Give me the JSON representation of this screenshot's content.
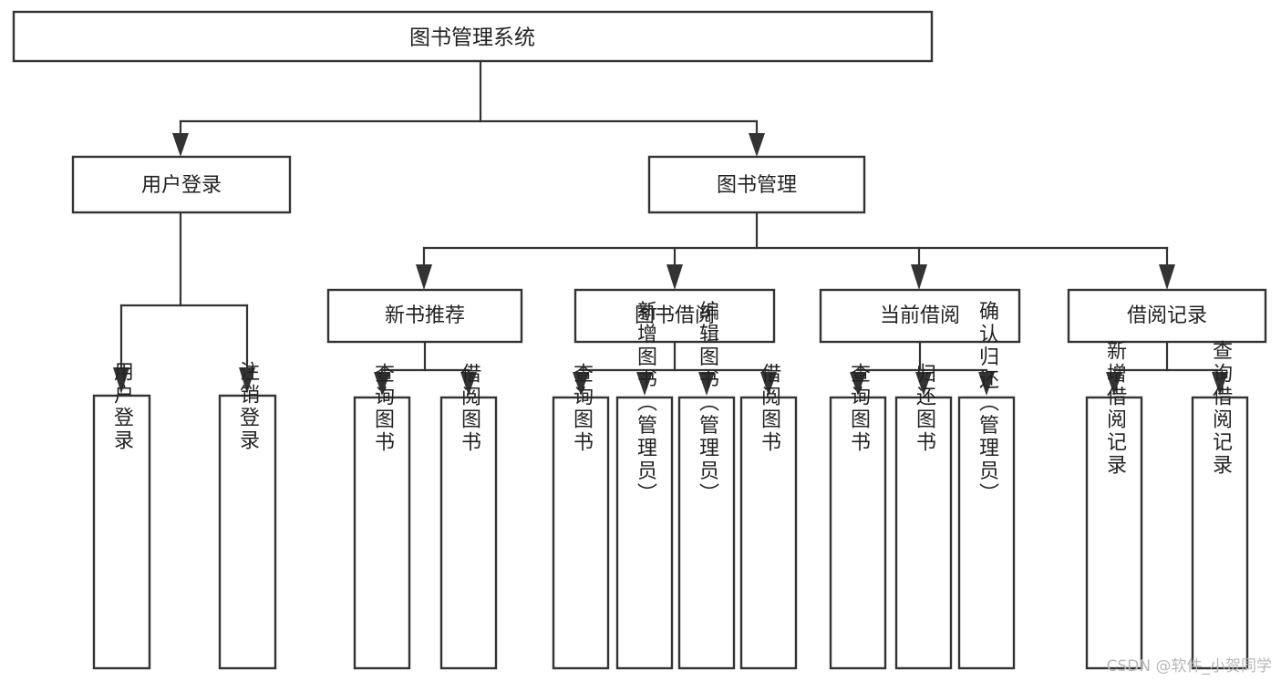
{
  "diagram": {
    "type": "tree-hierarchy-chart",
    "title": "图书管理系统",
    "colors": {
      "box_stroke": "#333333",
      "box_fill": "#ffffff",
      "connector": "#333333",
      "text": "#222222",
      "watermark": "#b8b8b8",
      "background": "#ffffff"
    },
    "root": {
      "label": "图书管理系统"
    },
    "level2": [
      {
        "label": "用户登录"
      },
      {
        "label": "图书管理"
      }
    ],
    "level3": [
      {
        "label": "新书推荐"
      },
      {
        "label": "图书借阅"
      },
      {
        "label": "当前借阅"
      },
      {
        "label": "借阅记录"
      }
    ],
    "leaves": {
      "user_login": [
        {
          "label": "用户登录"
        },
        {
          "label": "注销登录"
        }
      ],
      "new_book_recommend": [
        {
          "label": "查询图书"
        },
        {
          "label": "借阅图书"
        }
      ],
      "book_borrow": [
        {
          "label": "查询图书"
        },
        {
          "label": "新增图书（管理员）"
        },
        {
          "label": "编辑图书（管理员）"
        },
        {
          "label": "借阅图书"
        }
      ],
      "current_borrow": [
        {
          "label": "查询图书"
        },
        {
          "label": "归还图书"
        },
        {
          "label": "确认归还（管理员）"
        }
      ],
      "borrow_record": [
        {
          "label": "新增借阅记录"
        },
        {
          "label": "查询借阅记录"
        }
      ]
    },
    "watermark": "CSDN @软件_小贺同学"
  }
}
